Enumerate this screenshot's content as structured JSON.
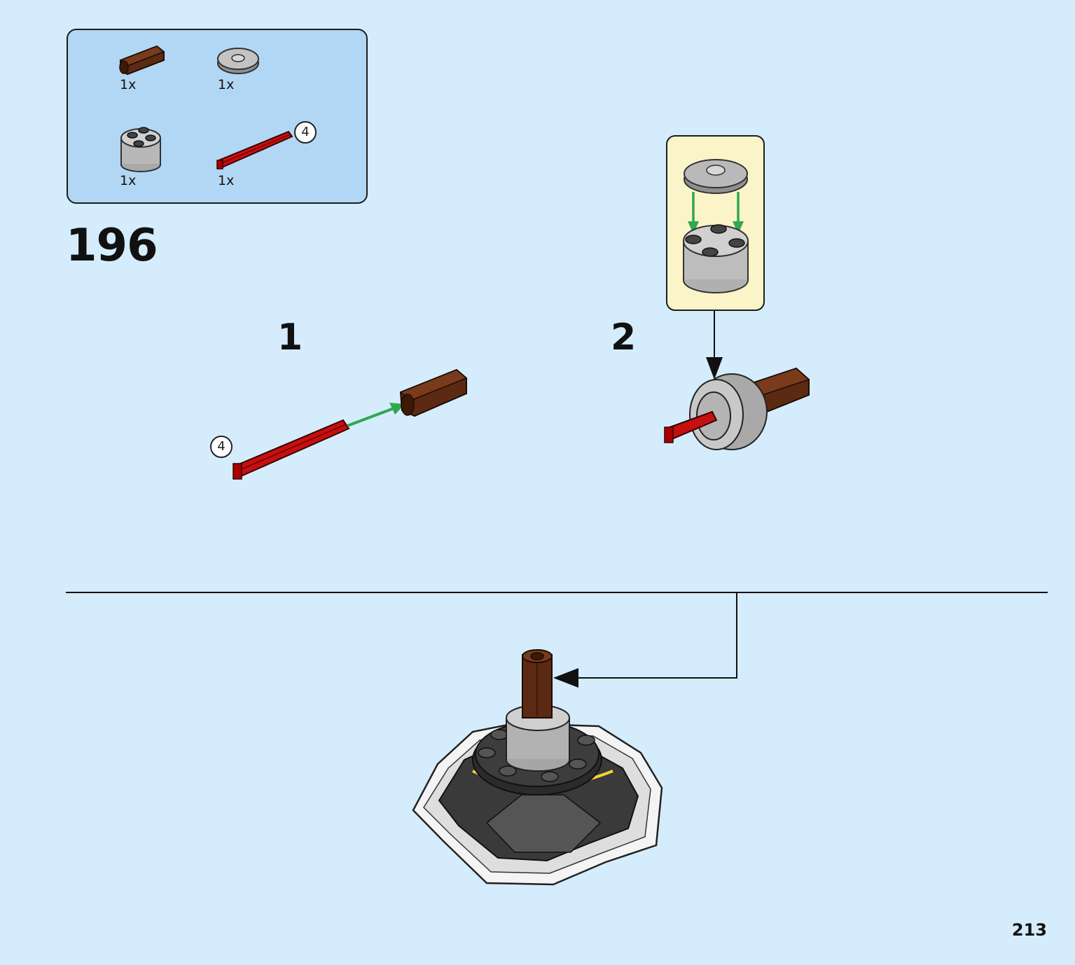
{
  "parts_list": {
    "items": [
      {
        "qty": "1x",
        "icon": "brown-axle-connector-icon",
        "color": "#5c2a12"
      },
      {
        "qty": "1x",
        "icon": "round-tile-with-hole-icon",
        "color": "#b9b9b9"
      },
      {
        "qty": "1x",
        "icon": "round-brick-2x2-icon",
        "color": "#c4c4c4"
      },
      {
        "qty": "1x",
        "icon": "red-axle-4-icon",
        "color": "#c41010",
        "length": "4"
      }
    ]
  },
  "step": {
    "number": "196"
  },
  "substeps": [
    {
      "label": "1",
      "axle_length": "4"
    },
    {
      "label": "2"
    }
  ],
  "page": {
    "number": "213"
  },
  "colors": {
    "background": "#d5ecfc",
    "parts_box": "#b2d7f5",
    "callout": "#fbf4c8",
    "arrow_green": "#2fa84f"
  }
}
